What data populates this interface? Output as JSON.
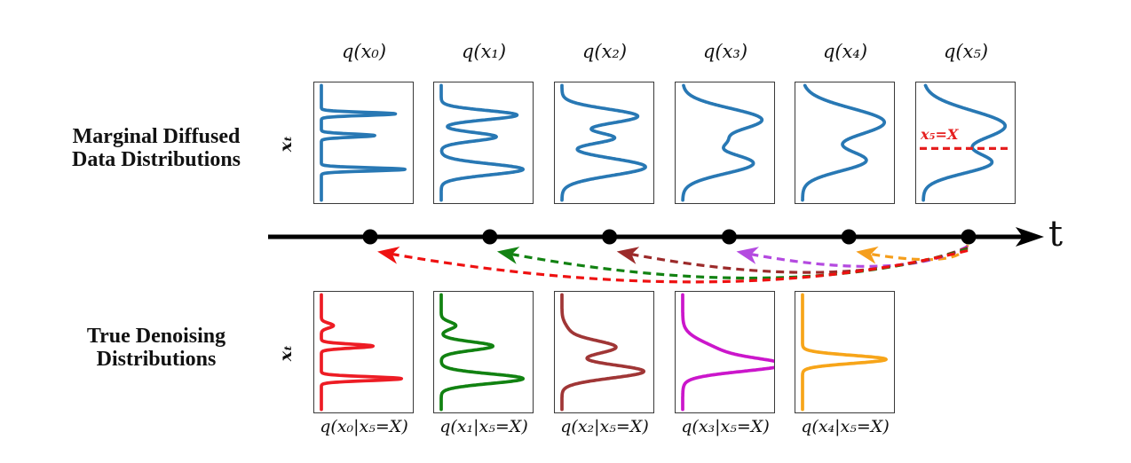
{
  "figure": {
    "top_row": {
      "title_lines": [
        "Marginal Diffused",
        "Data Distributions"
      ],
      "axis_label": "xₜ",
      "plots": [
        {
          "label": "q(x₀)",
          "color": "#2878b4",
          "peaks": [
            {
              "c": 0.26,
              "a": 0.86,
              "s": 0.013
            },
            {
              "c": 0.44,
              "a": 0.62,
              "s": 0.013
            },
            {
              "c": 0.72,
              "a": 0.97,
              "s": 0.013
            }
          ]
        },
        {
          "label": "q(x₁)",
          "color": "#2878b4",
          "peaks": [
            {
              "c": 0.27,
              "a": 0.88,
              "s": 0.038
            },
            {
              "c": 0.45,
              "a": 0.64,
              "s": 0.035
            },
            {
              "c": 0.72,
              "a": 0.95,
              "s": 0.045
            }
          ]
        },
        {
          "label": "q(x₂)",
          "color": "#2878b4",
          "peaks": [
            {
              "c": 0.28,
              "a": 0.88,
              "s": 0.06
            },
            {
              "c": 0.46,
              "a": 0.6,
              "s": 0.045
            },
            {
              "c": 0.7,
              "a": 0.97,
              "s": 0.07
            }
          ]
        },
        {
          "label": "q(x₃)",
          "color": "#2878b4",
          "peaks": [
            {
              "c": 0.31,
              "a": 0.92,
              "s": 0.095
            },
            {
              "c": 0.49,
              "a": 0.28,
              "s": 0.05
            },
            {
              "c": 0.67,
              "a": 0.82,
              "s": 0.085
            }
          ]
        },
        {
          "label": "q(x₄)",
          "color": "#2878b4",
          "peaks": [
            {
              "c": 0.33,
              "a": 0.95,
              "s": 0.115
            },
            {
              "c": 0.65,
              "a": 0.72,
              "s": 0.085
            }
          ]
        },
        {
          "label": "q(x₅)",
          "color": "#2878b4",
          "peaks": [
            {
              "c": 0.36,
              "a": 0.95,
              "s": 0.125
            },
            {
              "c": 0.67,
              "a": 0.75,
              "s": 0.085
            }
          ],
          "annotation": {
            "text": "x₅=X",
            "color": "#e51f1f",
            "line_pos": 0.547
          }
        }
      ]
    },
    "timeline": {
      "axis_label": "t",
      "color": "#000000",
      "num_ticks": 6,
      "arrows": [
        {
          "color": "#f59e1c",
          "from_tick": 5,
          "to_tick": 4
        },
        {
          "color": "#b44ae0",
          "from_tick": 5,
          "to_tick": 3
        },
        {
          "color": "#9c2b2b",
          "from_tick": 5,
          "to_tick": 2
        },
        {
          "color": "#128212",
          "from_tick": 5,
          "to_tick": 1
        },
        {
          "color": "#ee1111",
          "from_tick": 5,
          "to_tick": 0
        }
      ]
    },
    "bottom_row": {
      "title_lines": [
        "True Denoising",
        "Distributions"
      ],
      "axis_label": "xₜ",
      "plots": [
        {
          "label": "q(x₀|x₅=X)",
          "color": "#ed1c24",
          "peaks": [
            {
              "c": 0.28,
              "a": 0.14,
              "s": 0.02
            },
            {
              "c": 0.45,
              "a": 0.6,
              "s": 0.016
            },
            {
              "c": 0.72,
              "a": 0.93,
              "s": 0.016
            }
          ]
        },
        {
          "label": "q(x₁|x₅=X)",
          "color": "#118211",
          "peaks": [
            {
              "c": 0.28,
              "a": 0.17,
              "s": 0.03
            },
            {
              "c": 0.45,
              "a": 0.6,
              "s": 0.035
            },
            {
              "c": 0.72,
              "a": 0.95,
              "s": 0.04
            }
          ]
        },
        {
          "label": "q(x₂|x₅=X)",
          "color": "#a03636",
          "peaks": [
            {
              "c": 0.33,
              "a": 0.07,
              "s": 0.06
            },
            {
              "c": 0.46,
              "a": 0.62,
              "s": 0.055
            },
            {
              "c": 0.66,
              "a": 0.95,
              "s": 0.055
            }
          ]
        },
        {
          "label": "q(x₃|x₅=X)",
          "color": "#cb16cb",
          "peaks": [
            {
              "c": 0.52,
              "a": 0.45,
              "s": 0.095
            },
            {
              "c": 0.61,
              "a": 0.88,
              "s": 0.05
            }
          ]
        },
        {
          "label": "q(x₄|x₅=X)",
          "color": "#f7a519",
          "peaks": [
            {
              "c": 0.56,
              "a": 0.97,
              "s": 0.033
            }
          ]
        }
      ]
    }
  }
}
